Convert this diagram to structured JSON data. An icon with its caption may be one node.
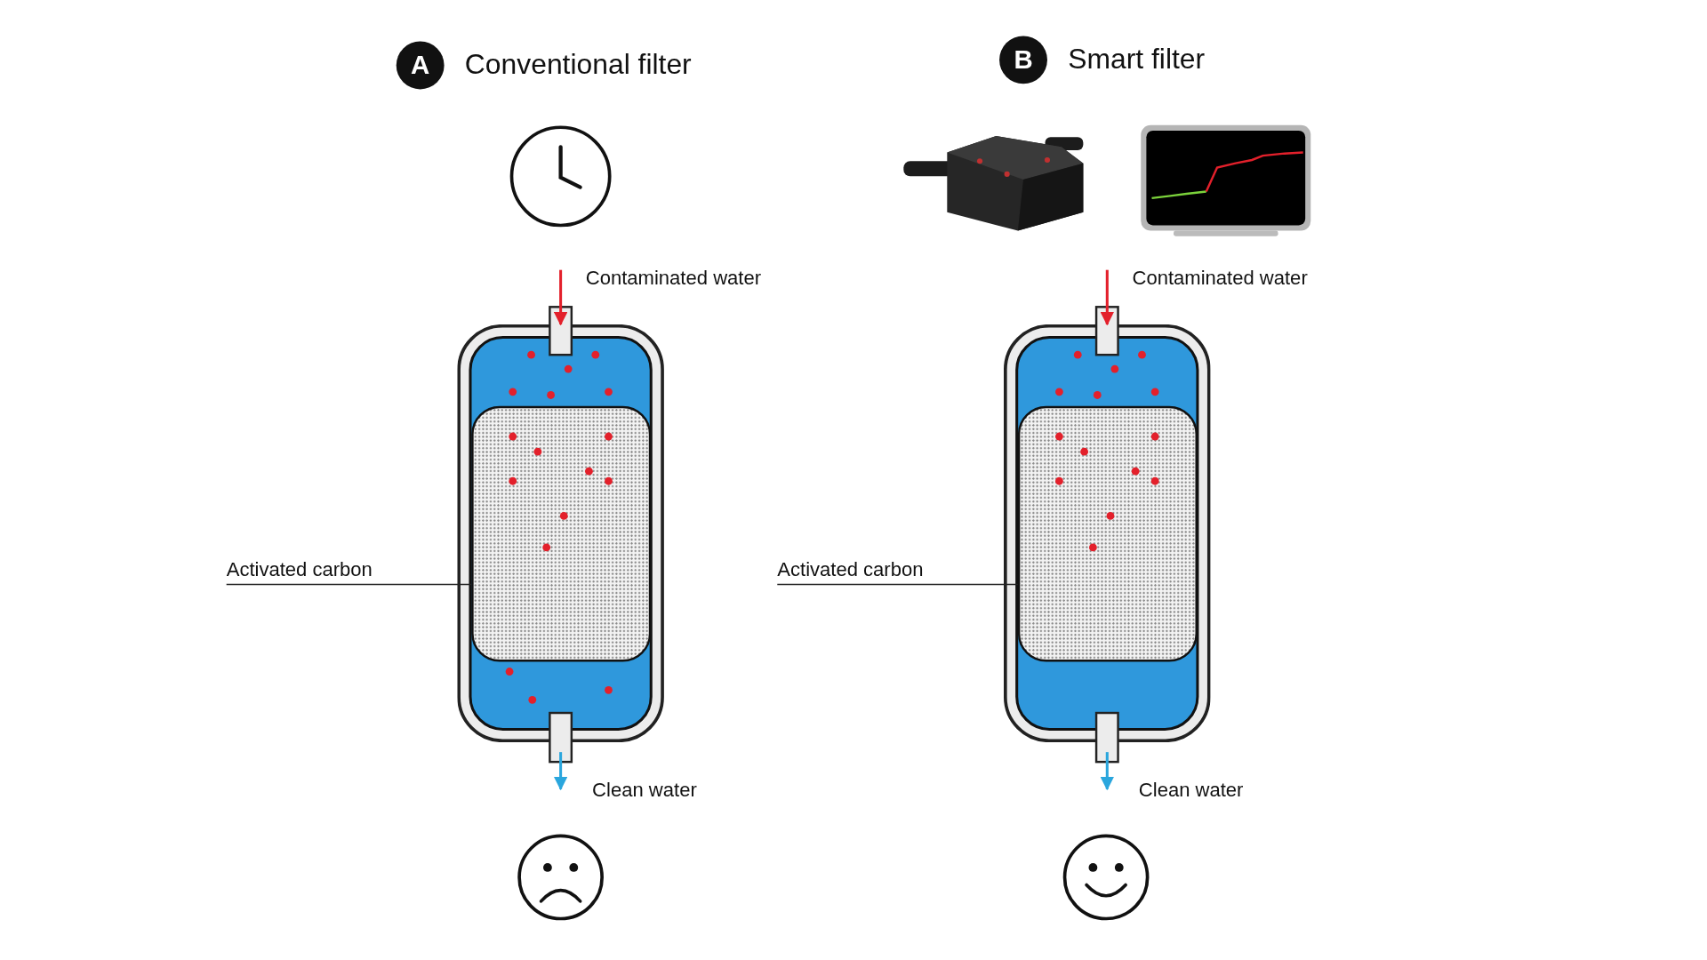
{
  "diagram": {
    "nodes": [
      {
        "text": [],
        "shape": "box"
      },
      {
        "text": [],
        "shape": "box",
        "in": 0
      },
      {
        "text": [
          "Activated carbon"
        ]
      },
      {
        "text": [],
        "shape": "box"
      },
      {
        "text": [],
        "shape": "box",
        "in": 3
      },
      {
        "text": [
          "Activated carbon"
        ]
      }
    ],
    "edges": [
      {
        "from": null,
        "to": 0,
        "arrow": "to",
        "label": "Contaminated water",
        "color": "#e3202b"
      },
      {
        "from": 0,
        "to": null,
        "arrow": "to",
        "label": "Clean water",
        "color": "#2aa6dd"
      },
      {
        "from": 2,
        "to": 1,
        "arrow": "none",
        "color": "#222222"
      },
      {
        "from": null,
        "to": 3,
        "arrow": "to",
        "label": "Contaminated water",
        "color": "#e3202b"
      },
      {
        "from": 3,
        "to": null,
        "arrow": "to",
        "label": "Clean water",
        "color": "#2aa6dd"
      },
      {
        "from": 5,
        "to": 4,
        "arrow": "none",
        "color": "#222222"
      }
    ],
    "labels": [
      "A",
      "Conventional filter",
      "B",
      "Smart filter"
    ]
  }
}
